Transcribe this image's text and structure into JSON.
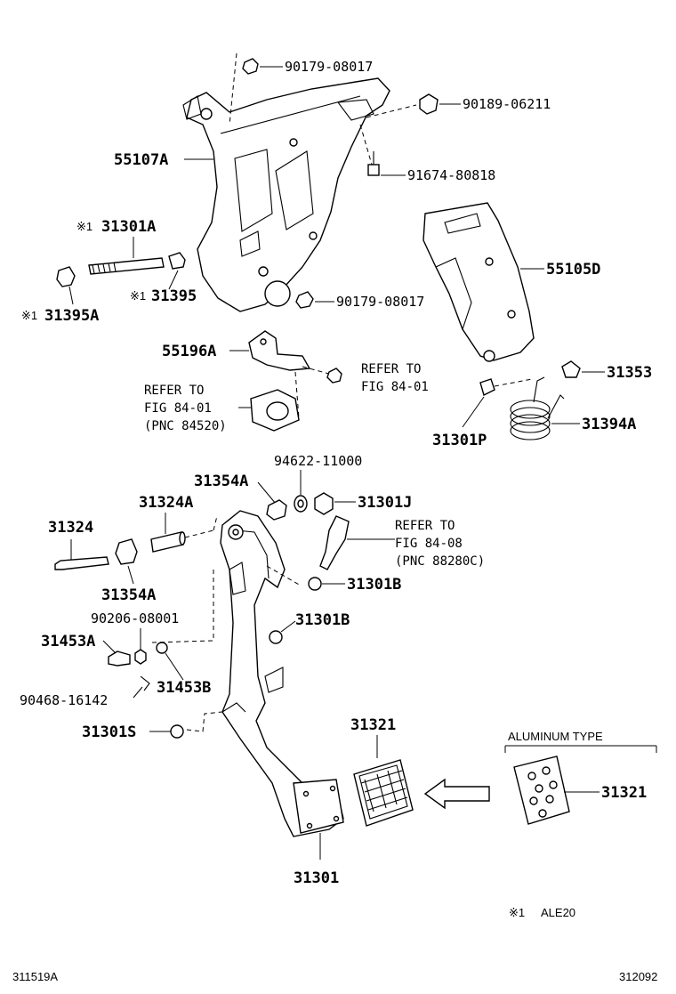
{
  "parts": {
    "p_90179_08017_top": "90179-08017",
    "p_90189_06211": "90189-06211",
    "p_55107A": "55107A",
    "p_91674_80818": "91674-80818",
    "p_31301A": "31301A",
    "p_55105D": "55105D",
    "p_31395": "31395",
    "p_90179_08017_mid": "90179-08017",
    "p_31395A": "31395A",
    "p_55196A": "55196A",
    "p_31353": "31353",
    "p_31394A": "31394A",
    "p_31301P": "31301P",
    "p_94622_11000": "94622-11000",
    "p_31354A_top": "31354A",
    "p_31301J": "31301J",
    "p_31324A": "31324A",
    "p_31324": "31324",
    "p_31354A_bot": "31354A",
    "p_31301B_1": "31301B",
    "p_90206_08001": "90206-08001",
    "p_31301B_2": "31301B",
    "p_31453A": "31453A",
    "p_31453B": "31453B",
    "p_90468_16142": "90468-16142",
    "p_31301S": "31301S",
    "p_31321_main": "31321",
    "p_31321_alu": "31321",
    "p_31301": "31301"
  },
  "marks": {
    "note_mark": "※1"
  },
  "refs": {
    "ref_a": [
      "REFER TO",
      "FIG 84-01",
      "(PNC 84520)"
    ],
    "ref_b": [
      "REFER TO",
      "FIG 84-01"
    ],
    "ref_c": [
      "REFER TO",
      "FIG 84-08",
      "(PNC 88280C)"
    ]
  },
  "aluminum_type_label": "ALUMINUM TYPE",
  "footnote": {
    "mark": "※1",
    "text": "ALE20"
  },
  "footer": {
    "left_code": "311519A",
    "right_code": "312092"
  }
}
